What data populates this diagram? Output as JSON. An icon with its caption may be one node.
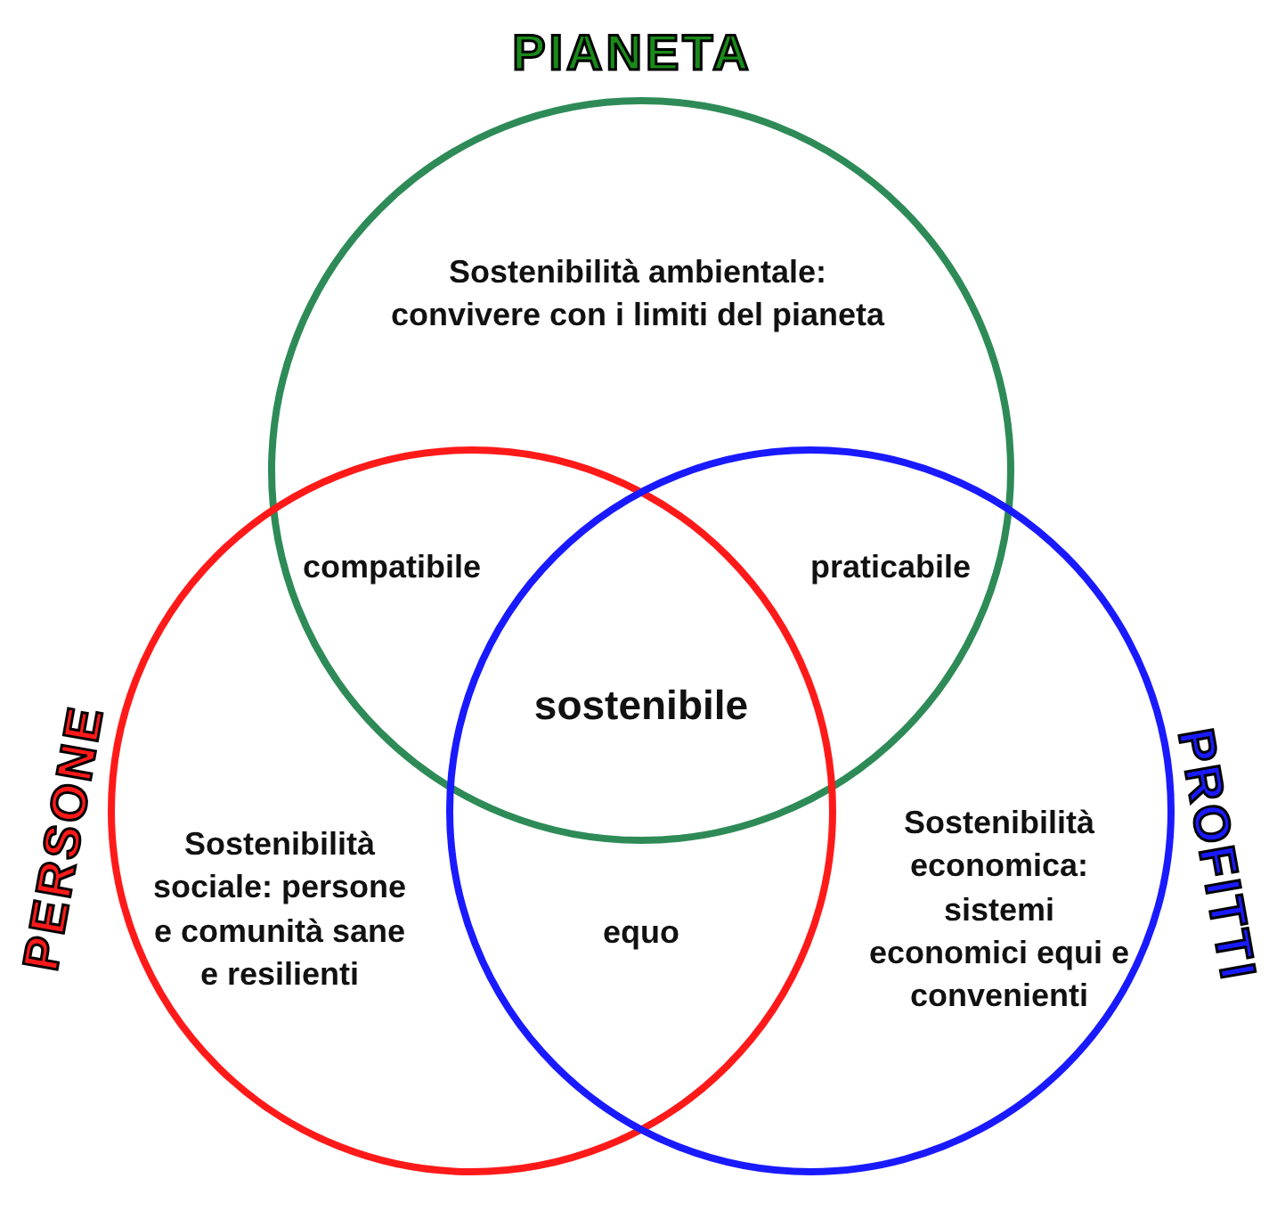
{
  "diagram": {
    "nodes": [
      {
        "text": [
          "PIANETA",
          "Sostenibilità ambientale: convivere con i limiti del pianeta"
        ]
      },
      {
        "text": [
          "PERSONE",
          "Sostenibilità sociale: persone e comunità sane e resilienti"
        ]
      },
      {
        "text": [
          "PROFITTI",
          "Sostenibilità economica: sistemi economici equi e convenienti"
        ]
      }
    ],
    "labels": [
      "compatibile",
      "praticabile",
      "sostenibile",
      "equo"
    ]
  }
}
